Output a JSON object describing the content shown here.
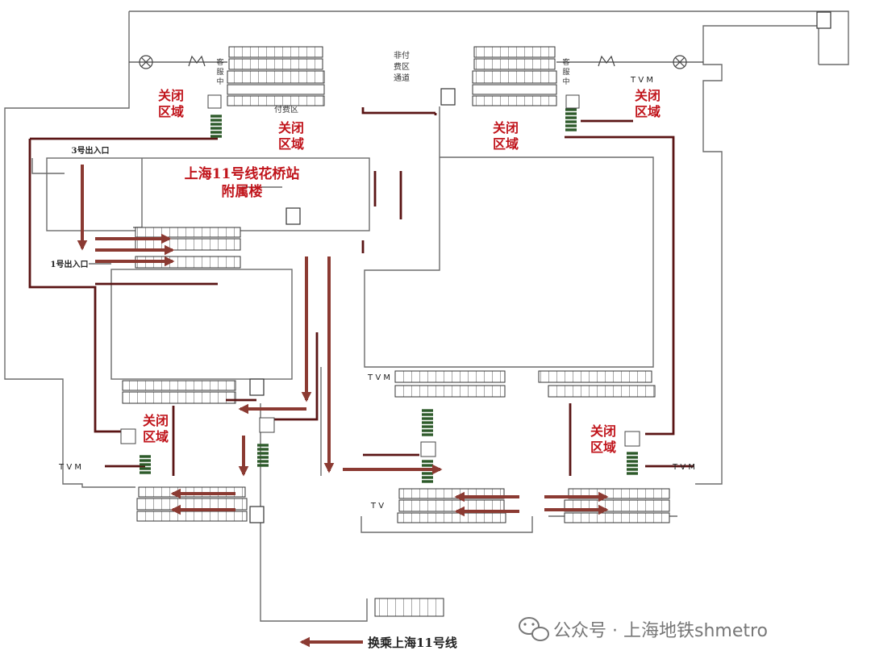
{
  "station_label": [
    "上海11号线花桥站",
    "附属楼"
  ],
  "closed_area": [
    "关闭",
    "区域"
  ],
  "exits": {
    "exit3": "3号出入口",
    "exit1": "1号出入口"
  },
  "nonpaid_corridor": [
    "非付",
    "费区",
    "通道"
  ],
  "paid_area_label": "付费区",
  "service_center": [
    "客",
    "服",
    "中"
  ],
  "tvm": "T V M",
  "tv": "T V",
  "transfer": "换乘上海11号线",
  "watermark": "公众号 · 上海地铁shmetro",
  "colors": {
    "wall": "#6b6b6b",
    "route": "#5a1414",
    "arrow": "#8b3a32",
    "text_red": "#c0141b",
    "machine_green": "#2d5a2a"
  }
}
